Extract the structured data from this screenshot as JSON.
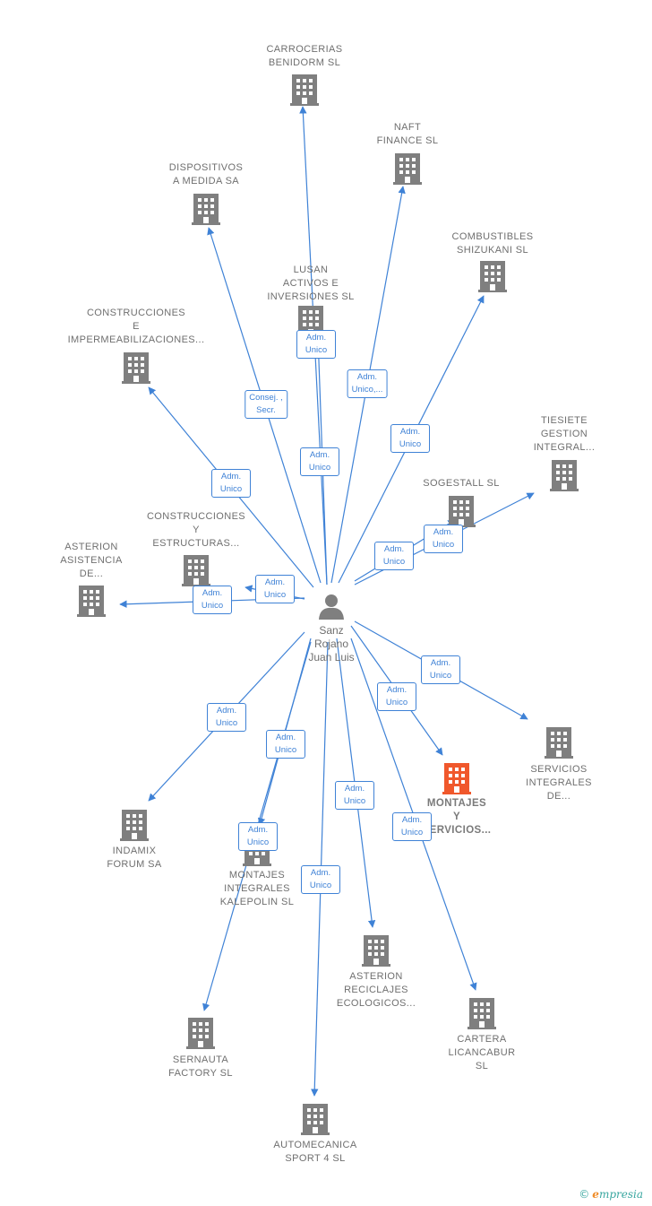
{
  "colors": {
    "edge": "#3f82d6",
    "building": "#7f7f7f",
    "building_main": "#f0582c",
    "person": "#7f7f7f"
  },
  "person": {
    "name": "Sanz\nRojano\nJuan Luis",
    "icon": "person-icon"
  },
  "nodes": [
    {
      "id": "carrocerias",
      "label": "CARROCERIAS\nBENIDORM  SL",
      "icon": "building-icon"
    },
    {
      "id": "naft",
      "label": "NAFT\nFINANCE  SL",
      "icon": "building-icon"
    },
    {
      "id": "dispositivos",
      "label": "DISPOSITIVOS\nA MEDIDA SA",
      "icon": "building-icon"
    },
    {
      "id": "combustibles",
      "label": "COMBUSTIBLES\nSHIZUKANI  SL",
      "icon": "building-icon"
    },
    {
      "id": "lusan",
      "label": "LUSAN\nACTIVOS E\nINVERSIONES SL",
      "icon": "building-icon"
    },
    {
      "id": "construcciones_imp",
      "label": "CONSTRUCCIONES\nE\nIMPERMEABILIZACIONES...",
      "icon": "building-icon"
    },
    {
      "id": "tiesiete",
      "label": "TIESIETE\nGESTION\nINTEGRAL...",
      "icon": "building-icon"
    },
    {
      "id": "sogestall",
      "label": "SOGESTALL SL",
      "icon": "building-icon"
    },
    {
      "id": "construcciones_est",
      "label": "CONSTRUCCIONES\nY\nESTRUCTURAS...",
      "icon": "building-icon"
    },
    {
      "id": "asterion_asistencia",
      "label": "ASTERION\nASISTENCIA\nDE...",
      "icon": "building-icon"
    },
    {
      "id": "servicios",
      "label": "SERVICIOS\nINTEGRALES\nDE...",
      "icon": "building-icon"
    },
    {
      "id": "montajes_y",
      "label": "MONTAJES\nY\nSERVICIOS...",
      "icon": "building-icon",
      "highlight": true
    },
    {
      "id": "indamix",
      "label": "INDAMIX\nFORUM SA",
      "icon": "building-icon"
    },
    {
      "id": "montajes_kal",
      "label": "MONTAJES\nINTEGRALES\nKALEPOLIN  SL",
      "icon": "building-icon"
    },
    {
      "id": "asterion_reciclajes",
      "label": "ASTERION\nRECICLAJES\nECOLOGICOS...",
      "icon": "building-icon"
    },
    {
      "id": "cartera",
      "label": "CARTERA\nLICANCABUR\nSL",
      "icon": "building-icon"
    },
    {
      "id": "sernauta",
      "label": "SERNAUTA\nFACTORY  SL",
      "icon": "building-icon"
    },
    {
      "id": "automecanica",
      "label": "AUTOMECANICA\nSPORT 4 SL",
      "icon": "building-icon"
    }
  ],
  "edges": [
    {
      "to": "carrocerias",
      "label": "Adm.\nUnico"
    },
    {
      "to": "naft",
      "label": "Adm.\nUnico,..."
    },
    {
      "to": "dispositivos",
      "label": "Consej. ,\nSecr."
    },
    {
      "to": "combustibles",
      "label": "Adm.\nUnico"
    },
    {
      "to": "lusan",
      "label": "Adm.\nUnico"
    },
    {
      "to": "construcciones_imp",
      "label": "Adm.\nUnico"
    },
    {
      "to": "tiesiete",
      "label": "Adm.\nUnico"
    },
    {
      "to": "sogestall",
      "label": "Adm.\nUnico"
    },
    {
      "to": "construcciones_est",
      "label": "Adm.\nUnico"
    },
    {
      "to": "asterion_asistencia",
      "label": "Adm.\nUnico"
    },
    {
      "to": "servicios",
      "label": "Adm.\nUnico"
    },
    {
      "to": "montajes_y",
      "label": "Adm.\nUnico"
    },
    {
      "to": "indamix",
      "label": "Adm.\nUnico"
    },
    {
      "to": "montajes_kal",
      "label": "Adm.\nUnico"
    },
    {
      "to": "asterion_reciclajes",
      "label": "Adm.\nUnico"
    },
    {
      "to": "cartera",
      "label": "Adm.\nUnico"
    },
    {
      "to": "sernauta",
      "label": "Adm.\nUnico"
    },
    {
      "to": "automecanica",
      "label": "Adm.\nUnico"
    }
  ],
  "watermark": {
    "copyright": "©",
    "brand_initial": "e",
    "brand_rest": "mpresia"
  }
}
